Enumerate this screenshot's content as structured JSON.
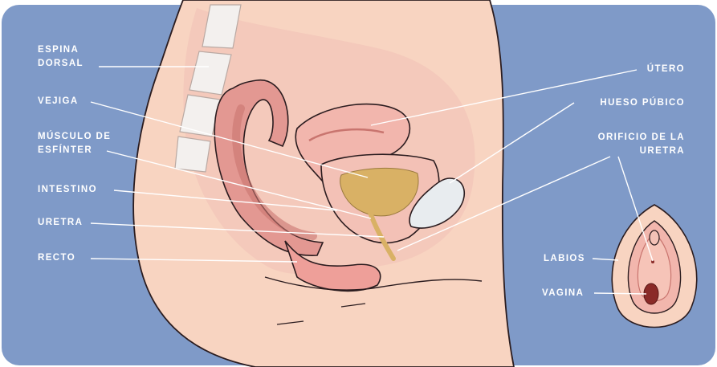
{
  "labels": {
    "espina_1": "ESPINA",
    "espina_2": "DORSAL",
    "vejiga": "VEJIGA",
    "musculo_1": "MÚSCULO DE",
    "musculo_2": "ESFÍNTER",
    "intestino": "INTESTINO",
    "uretra": "URETRA",
    "recto": "RECTO",
    "utero": "ÚTERO",
    "hueso": "HUESO PÚBICO",
    "orificio_1": "ORIFICIO DE LA",
    "orificio_2": "URETRA",
    "labios": "LABIOS",
    "vagina": "VAGINA"
  },
  "colors": {
    "background_blue": "#7f9ac8",
    "skin": "#f8d4c1",
    "tissue": "#f0b8ae",
    "tissue_dark": "#d98f8a",
    "outline": "#2b1c1f",
    "bladder": "#d9b165",
    "bone": "#e8ecef"
  }
}
